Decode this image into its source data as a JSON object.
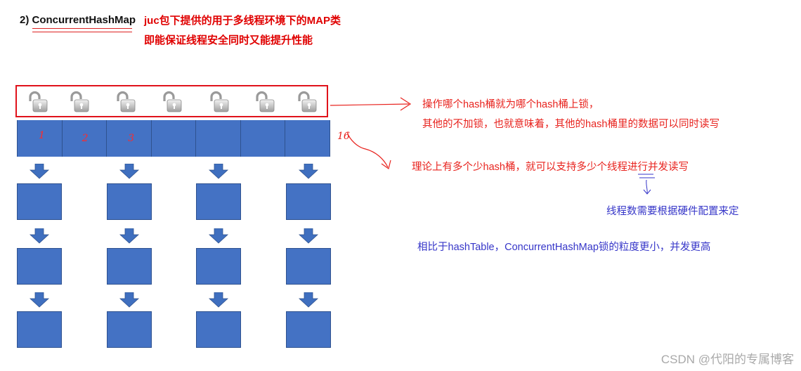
{
  "heading": {
    "number": "2)",
    "title": "ConcurrentHashMap"
  },
  "intro_notes": {
    "line1": "juc包下提供的用于多线程环境下的MAP类",
    "line2": "即能保证线程安全同时又能提升性能"
  },
  "lock_icon": "open-padlock-icon",
  "lock_count": 7,
  "bucket_marks": [
    "1",
    "2",
    "3"
  ],
  "side_mark": "16",
  "annotations": {
    "lock_note_1": "操作哪个hash桶就为哪个hash桶上锁，",
    "lock_note_2": "其他的不加锁，也就意味着，其他的hash桶里的数据可以同时读写",
    "theory_note": "理论上有多个少hash桶，就可以支持多少个线程进行并发读写",
    "thread_note": "线程数需要根据硬件配置来定",
    "compare_note": "相比于hashTable，ConcurrentHashMap锁的粒度更小，并发更高"
  },
  "colors": {
    "node_fill": "#4472c4",
    "node_border": "#2f528f",
    "lock_frame": "#e0121b",
    "note_red": "#e8231e",
    "note_blue": "#3535c8"
  },
  "watermark": "CSDN @代阳的专属博客"
}
